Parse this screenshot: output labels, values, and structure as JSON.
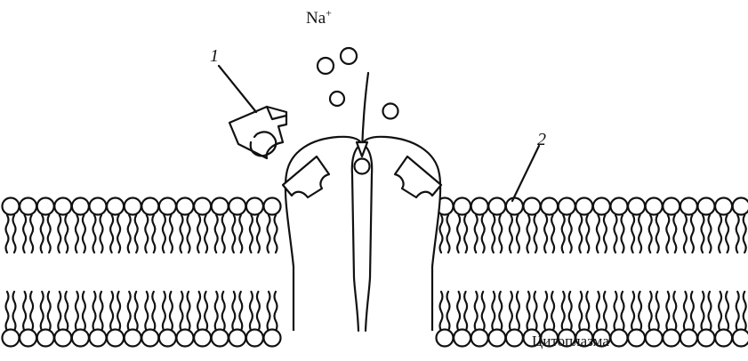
{
  "labels": {
    "ion": "Na",
    "ion_charge": "+",
    "marker_1": "1",
    "marker_2": "2",
    "region": "Цитоплазма"
  },
  "colors": {
    "ink": "#111111",
    "background": "#ffffff"
  }
}
